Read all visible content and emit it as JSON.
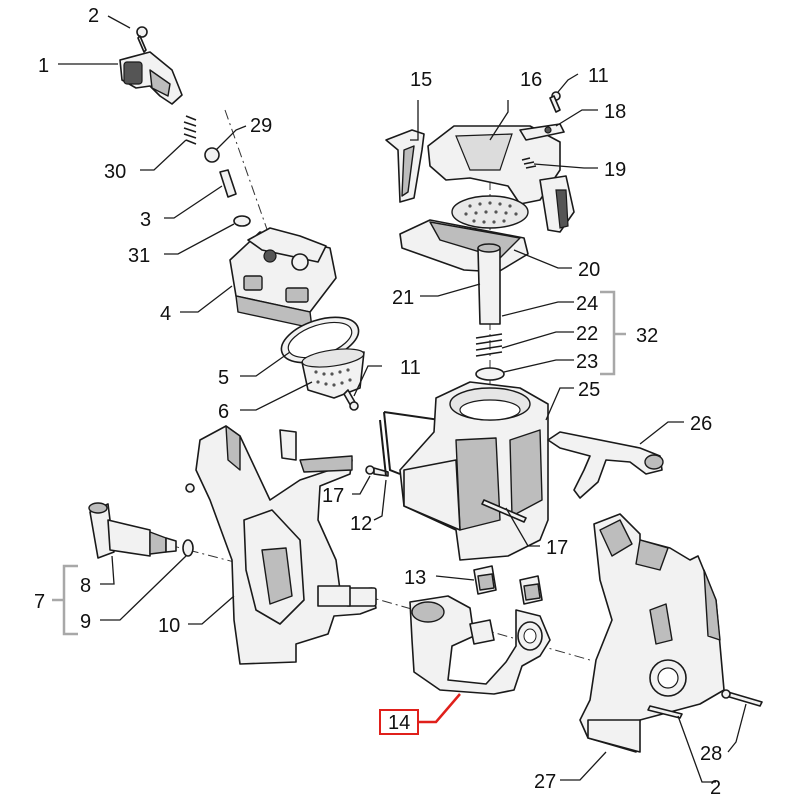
{
  "labels": {
    "p1": "1",
    "p2a": "2",
    "p2b": "2",
    "p3": "3",
    "p4": "4",
    "p5": "5",
    "p6": "6",
    "p7": "7",
    "p8": "8",
    "p9": "9",
    "p10": "10",
    "p11a": "11",
    "p11b": "11",
    "p12": "12",
    "p13": "13",
    "p14": "14",
    "p15": "15",
    "p16": "16",
    "p17a": "17",
    "p17b": "17",
    "p18": "18",
    "p19": "19",
    "p20": "20",
    "p21": "21",
    "p22": "22",
    "p23": "23",
    "p24": "24",
    "p25": "25",
    "p26": "26",
    "p27": "27",
    "p28": "28",
    "p29": "29",
    "p30": "30",
    "p31": "31",
    "p32": "32"
  },
  "colors": {
    "highlight": "#e0201b",
    "bracket": "#a8a8a8",
    "ink": "#1a1a1a"
  }
}
